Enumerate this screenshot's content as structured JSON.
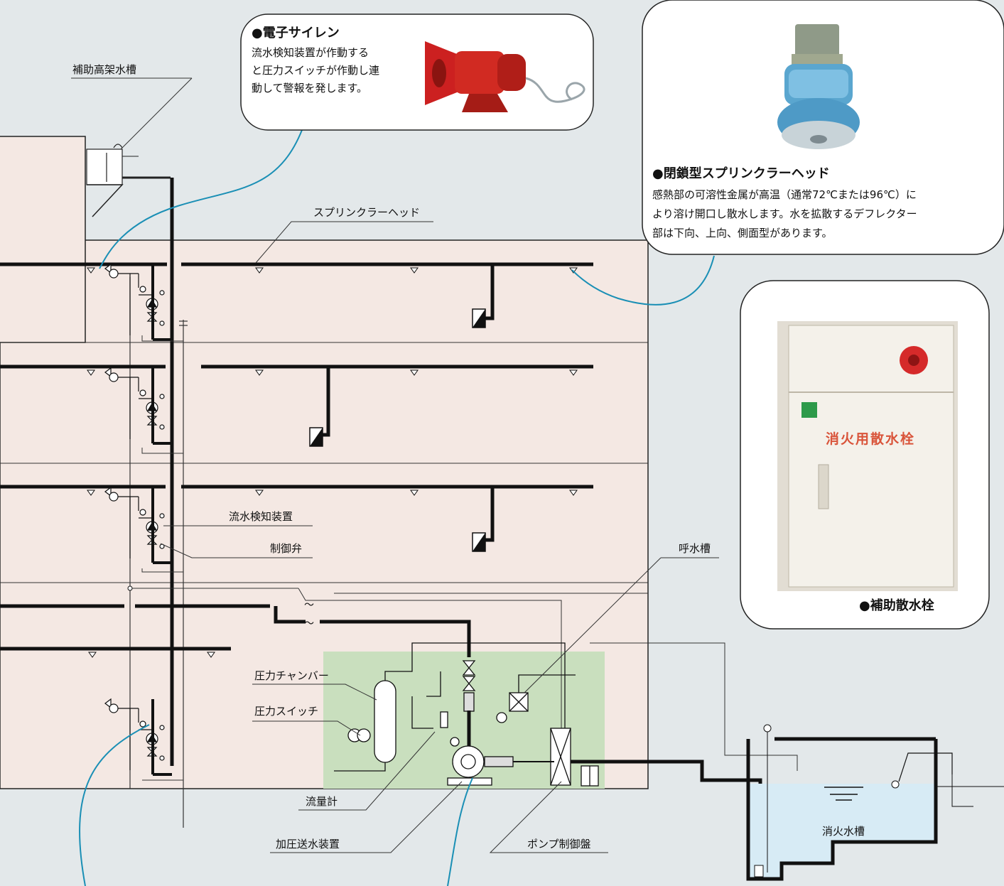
{
  "labels": {
    "aux_elevated_tank": "補助高架水槽",
    "sprinkler_head": "スプリンクラーヘッド",
    "flow_detector": "流水検知装置",
    "control_valve": "制御弁",
    "priming_tank": "呼水槽",
    "pressure_chamber": "圧力チャンバー",
    "pressure_switch": "圧力スイッチ",
    "flow_meter": "流量計",
    "pressurized_pump": "加圧送水装置",
    "pump_control_panel": "ポンプ制御盤",
    "fire_water_tank": "消火水槽"
  },
  "cards": {
    "siren": {
      "title": "●電子サイレン",
      "lines": [
        "流水検知装置が作動する",
        "と圧力スイッチが作動し連",
        "動して警報を発します。"
      ]
    },
    "sprinkler": {
      "title": "●閉鎖型スプリンクラーヘッド",
      "lines": [
        "感熱部の可溶性金属が高温（通常72℃または96℃）に",
        "より溶け開口し散水します。水を拡散するデフレクター",
        "部は下向、上向、側面型があります。"
      ]
    },
    "hydrant": {
      "title": "●補助散水栓",
      "cabinet_text": "消火用散水栓"
    }
  },
  "colors": {
    "background": "#e3e8ea",
    "building": "#f4e8e3",
    "pump_room": "#c9dfbe",
    "water": "#d7ebf5",
    "callout": "#1a8fb5",
    "pipe": "#111111"
  }
}
